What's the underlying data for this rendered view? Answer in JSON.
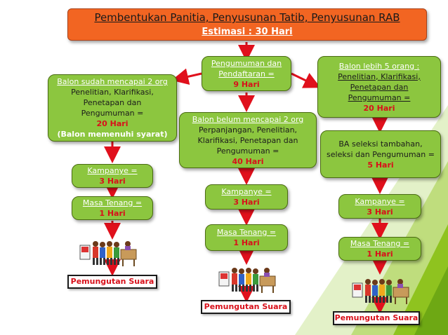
{
  "header": {
    "title": "Pembentukan Panitia, Penyusunan Tatib,  Penyusunan  RAB",
    "estimate": "Estimasi : 30 Hari"
  },
  "center_top": {
    "line1": "Pengumuman dan",
    "line2": "Pendaftaran =",
    "days": "9 Hari"
  },
  "left": {
    "condition": "Balon sudah mencapai 2 org",
    "l1": "Penelitian, Klarifikasi,",
    "l2": "Penetapan dan",
    "l3": "Pengumuman =",
    "days": "20 Hari",
    "note": "(Balon memenuhi syarat)",
    "kampanye_label": "Kampanye  =",
    "kampanye_days": "3 Hari",
    "tenang_label": "Masa Tenang =",
    "tenang_days": "1 Hari",
    "vote": "Pemungutan Suara"
  },
  "middle": {
    "condition": "Balon belum mencapai 2 org",
    "l1": "Perpanjangan, Penelitian,",
    "l2": "Klarifikasi, Penetapan dan",
    "l3": "Pengumuman =",
    "days": "40 Hari",
    "kampanye_label": "Kampanye  =",
    "kampanye_days": "3 Hari",
    "tenang_label": "Masa Tenang =",
    "tenang_days": "1 Hari",
    "vote": "Pemungutan Suara"
  },
  "right": {
    "condition": "Balon lebih 5 orang :",
    "l1": "Penelitian, Klarifikasi,",
    "l2": "Penetapan dan",
    "l3": "Pengumuman =",
    "days": "20 Hari",
    "ba1": "BA seleksi tambahan,",
    "ba2": "seleksi dan Pengumuman =",
    "ba_days": "5 Hari",
    "kampanye_label": "Kampanye  =",
    "kampanye_days": "3 Hari",
    "tenang_label": "Masa Tenang =",
    "tenang_days": "1 Hari",
    "vote": "Pemungutan Suara"
  },
  "colors": {
    "box_green": "#8cc63f",
    "header_orange": "#f26522",
    "arrow_red": "#e0101c",
    "days_red": "#d8101a",
    "decor_green": "#8fc31f"
  }
}
